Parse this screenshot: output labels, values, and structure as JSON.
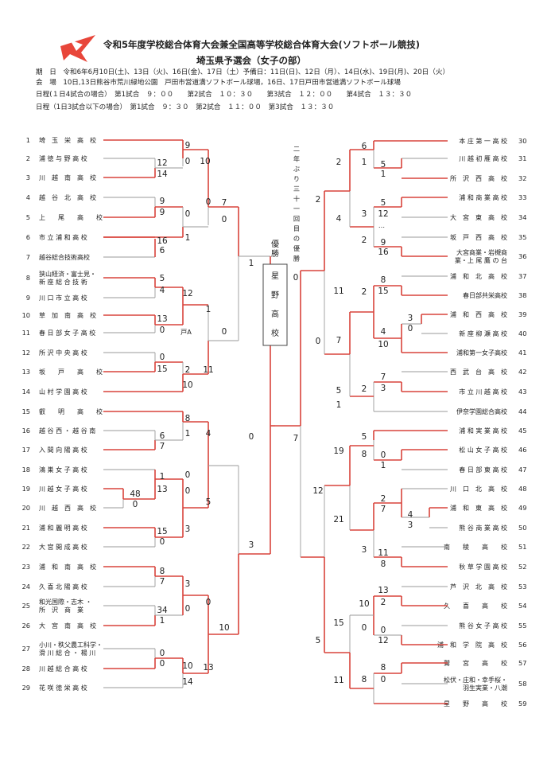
{
  "header": {
    "title": "令和5年度学校総合体育大会兼全国高等学校総合体育大会(ソフトボール競技)",
    "subtitle": "埼玉県予選会（女子の部）",
    "lines": [
      "期　日　令和6年6月10日(土)、13日（火)、16日(金)、17日（土）予備日：11日(日)、12日（月）、14日(水)、19日(月)、20日（火）",
      "会　場　10日,13日熊谷市荒川緑地公園　戸田市営道満ソフトボール球場，16日、17日戸田市営道満ソフトボール球場",
      "日程(１日4試合の場合）　第1試合　９：００　　第2試合　１０：３０　　第3試合　１２：００　　第4試合　１３：３０",
      "日程（1日3試合以下の場合）　第1試合　９：３０　第2試合　１１：００　第3試合　１３：３０"
    ]
  },
  "champion": {
    "label": "優勝",
    "school": "星野高校",
    "note": "二年ぶり三十一回目の優勝"
  },
  "left_teams": [
    {
      "no": "1",
      "name": [
        "埼　玉　栄　高　校"
      ]
    },
    {
      "no": "2",
      "name": [
        "浦 徳 与 野 高 校"
      ]
    },
    {
      "no": "3",
      "name": [
        "川　越　南　高　校"
      ]
    },
    {
      "no": "4",
      "name": [
        "越　谷　北　高　校"
      ]
    },
    {
      "no": "5",
      "name": [
        "上　　尾　　高　　校"
      ]
    },
    {
      "no": "6",
      "name": [
        "市 立 浦 和 高 校"
      ]
    },
    {
      "no": "7",
      "name": [
        "越谷総合技術高校"
      ]
    },
    {
      "no": "8",
      "name": [
        "狭山経済・富士見・",
        "新 座 総 合 技 術"
      ]
    },
    {
      "no": "9",
      "name": [
        "川 口 市 立 高 校"
      ]
    },
    {
      "no": "10",
      "name": [
        "草　加　南　高　校"
      ]
    },
    {
      "no": "11",
      "name": [
        "春 日 部 女 子 高 校"
      ]
    },
    {
      "no": "12",
      "name": [
        "所 沢 中 央 高 校"
      ]
    },
    {
      "no": "13",
      "name": [
        "坂　　戸　　高　　校"
      ]
    },
    {
      "no": "14",
      "name": [
        "山 村 学 園 高 校"
      ]
    },
    {
      "no": "15",
      "name": [
        "叡　　明　　高　　校"
      ]
    },
    {
      "no": "16",
      "name": [
        "越 谷 西 ・ 越 谷 南"
      ]
    },
    {
      "no": "17",
      "name": [
        "入 間 向 陽 高 校"
      ]
    },
    {
      "no": "18",
      "name": [
        "鴻 巣 女 子 高 校"
      ]
    },
    {
      "no": "19",
      "name": [
        "川 越 女 子 高 校"
      ]
    },
    {
      "no": "20",
      "name": [
        "川　越　西　高　校"
      ]
    },
    {
      "no": "21",
      "name": [
        "浦 和 麗 明 高 校"
      ]
    },
    {
      "no": "22",
      "name": [
        "大 宮 開 成 高 校"
      ]
    },
    {
      "no": "23",
      "name": [
        "浦　和　南　高　校"
      ]
    },
    {
      "no": "24",
      "name": [
        "久 喜 北 陽 高 校"
      ]
    },
    {
      "no": "25",
      "name": [
        "和光国際・志木 ・",
        "所　沢　商　業"
      ]
    },
    {
      "no": "26",
      "name": [
        "大　宮　南　高　校"
      ]
    },
    {
      "no": "27",
      "name": [
        "小川・秩父農工科学・",
        "滑 川 総 合 ・ 楊 川"
      ]
    },
    {
      "no": "28",
      "name": [
        "川 越 総 合 高 校"
      ]
    },
    {
      "no": "29",
      "name": [
        "花 咲 徳 栄 高 校"
      ]
    }
  ],
  "right_teams": [
    {
      "no": "30",
      "name": [
        "本 庄 第 一 高 校"
      ]
    },
    {
      "no": "31",
      "name": [
        "川 越 初 雁 高 校"
      ]
    },
    {
      "no": "32",
      "name": [
        "所　沢　西　高　校"
      ]
    },
    {
      "no": "33",
      "name": [
        "浦 和 商 業 高 校"
      ]
    },
    {
      "no": "34",
      "name": [
        "大　宮　東　高　校"
      ]
    },
    {
      "no": "35",
      "name": [
        "坂　戸　西　高　校"
      ]
    },
    {
      "no": "36",
      "name": [
        "大宮商業・岩槻商",
        "業・上 尾 鷹 の 台"
      ]
    },
    {
      "no": "37",
      "name": [
        "浦　和　北　高　校"
      ]
    },
    {
      "no": "38",
      "name": [
        "春日部共栄高校"
      ]
    },
    {
      "no": "39",
      "name": [
        "浦　和　西　高　校"
      ]
    },
    {
      "no": "40",
      "name": [
        "新 座 柳 瀬 高 校"
      ]
    },
    {
      "no": "41",
      "name": [
        "浦和第一女子高校"
      ]
    },
    {
      "no": "42",
      "name": [
        "西　武　台　高　校"
      ]
    },
    {
      "no": "43",
      "name": [
        "市 立 川 越 高 校"
      ]
    },
    {
      "no": "44",
      "name": [
        "伊奈学園総合高校"
      ]
    },
    {
      "no": "45",
      "name": [
        "浦 和 実 業 高 校"
      ]
    },
    {
      "no": "46",
      "name": [
        "松 山 女 子 高 校"
      ]
    },
    {
      "no": "47",
      "name": [
        "春 日 部 東 高 校"
      ]
    },
    {
      "no": "48",
      "name": [
        "川　口　北　高　校"
      ]
    },
    {
      "no": "49",
      "name": [
        "浦　和　東　高　校"
      ]
    },
    {
      "no": "50",
      "name": [
        "熊 谷 商 業 高 校"
      ]
    },
    {
      "no": "51",
      "name": [
        "南　　稜　　高　　校"
      ]
    },
    {
      "no": "52",
      "name": [
        "秋 草 学 園 高 校"
      ]
    },
    {
      "no": "53",
      "name": [
        "芦　沢　北　高　校"
      ]
    },
    {
      "no": "54",
      "name": [
        "久　　喜　　高　　校"
      ]
    },
    {
      "no": "55",
      "name": [
        "熊 谷 女 子 高 校"
      ]
    },
    {
      "no": "56",
      "name": [
        "浦　和　学　院　高　校"
      ]
    },
    {
      "no": "57",
      "name": [
        "鷲　　宮　　高　　校"
      ]
    },
    {
      "no": "58",
      "name": [
        "松伏・庄和・幸手桜・",
        "羽生実業・八潮"
      ]
    },
    {
      "no": "59",
      "name": [
        "星　　野　　高　　校"
      ]
    }
  ],
  "scores": [
    "9",
    "0",
    "10",
    "12",
    "14",
    "0",
    "9",
    "9",
    "0",
    "16",
    "6",
    "1",
    "7",
    "0",
    "5",
    "4",
    "12",
    "13",
    "0",
    "1",
    "戸A",
    "0",
    "0",
    "15",
    "2",
    "11",
    "10",
    "1",
    "8",
    "1",
    "4",
    "6",
    "7",
    "0",
    "1",
    "13",
    "48",
    "0",
    "0",
    "5",
    "15",
    "0",
    "3",
    "3",
    "8",
    "7",
    "3",
    "0",
    "34",
    "1",
    "0",
    "10",
    "0",
    "0",
    "10",
    "13",
    "14",
    "0",
    "6",
    "1",
    "2",
    "5",
    "1",
    "4",
    "5",
    "12",
    "3",
    "…",
    "9",
    "16",
    "2",
    "2",
    "0",
    "8",
    "15",
    "2",
    "11",
    "3",
    "0",
    "4",
    "10",
    "7",
    "0",
    "7",
    "3",
    "2",
    "5",
    "1",
    "7",
    "5",
    "8",
    "0",
    "1",
    "19",
    "12",
    "2",
    "7",
    "4",
    "3",
    "21",
    "11",
    "8",
    "3",
    "13",
    "2",
    "10",
    "0",
    "12",
    "0",
    "15",
    "5",
    "8",
    "0",
    "11",
    "8"
  ]
}
